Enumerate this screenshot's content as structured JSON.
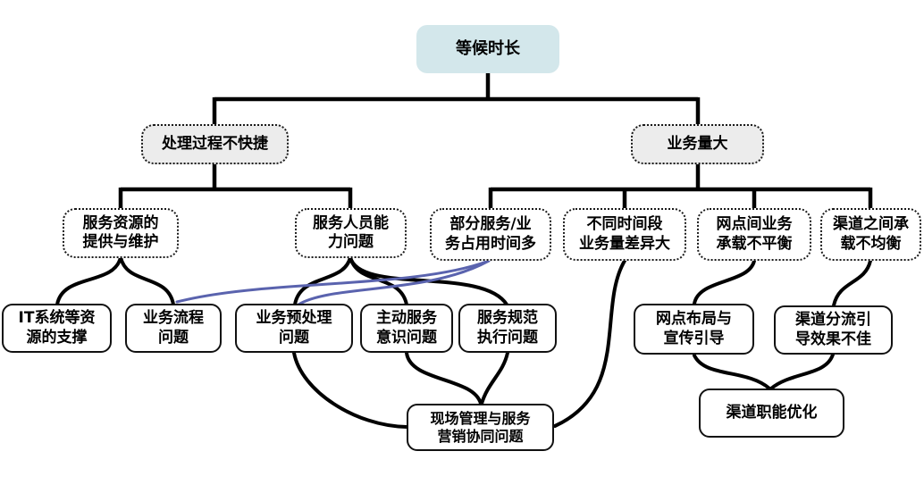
{
  "nodes": {
    "root": {
      "label": "等候时长"
    },
    "process_slow": {
      "label": "处理过程不快捷"
    },
    "volume_large": {
      "label": "业务量大"
    },
    "service_resource": {
      "label": "服务资源的\n提供与维护"
    },
    "staff_ability": {
      "label": "服务人员能\n力问题"
    },
    "partial_service_time": {
      "label": "部分服务/业\n务占用时间多"
    },
    "time_period_diff": {
      "label": "不同时间段\n业务量差异大"
    },
    "branch_load_imbalance": {
      "label": "网点间业务\n承载不平衡"
    },
    "channel_load_imbalance": {
      "label": "渠道之间承\n载不均衡"
    },
    "it_support": {
      "label": "IT系统等资\n源的支撑"
    },
    "business_process": {
      "label": "业务流程\n问题"
    },
    "preprocess": {
      "label": "业务预处理\n问题"
    },
    "proactive_awareness": {
      "label": "主动服务\n意识问题"
    },
    "service_standard": {
      "label": "服务规范\n执行问题"
    },
    "branch_layout": {
      "label": "网点布局与\n宣传引导"
    },
    "channel_diversion": {
      "label": "渠道分流引\n导效果不佳"
    },
    "onsite_management": {
      "label": "现场管理与服务\n营销协同问题"
    },
    "channel_function": {
      "label": "渠道职能优化"
    }
  },
  "edges": [
    {
      "from": "root",
      "to": "process_slow",
      "style": "straight-black"
    },
    {
      "from": "root",
      "to": "volume_large",
      "style": "straight-black"
    },
    {
      "from": "process_slow",
      "to": "service_resource",
      "style": "straight-black"
    },
    {
      "from": "process_slow",
      "to": "staff_ability",
      "style": "straight-black"
    },
    {
      "from": "volume_large",
      "to": "partial_service_time",
      "style": "straight-black"
    },
    {
      "from": "volume_large",
      "to": "time_period_diff",
      "style": "straight-black"
    },
    {
      "from": "volume_large",
      "to": "branch_load_imbalance",
      "style": "straight-black"
    },
    {
      "from": "volume_large",
      "to": "channel_load_imbalance",
      "style": "straight-black"
    },
    {
      "from": "service_resource",
      "to": "it_support",
      "style": "curve-black"
    },
    {
      "from": "service_resource",
      "to": "business_process",
      "style": "curve-black"
    },
    {
      "from": "staff_ability",
      "to": "preprocess",
      "style": "curve-black"
    },
    {
      "from": "staff_ability",
      "to": "proactive_awareness",
      "style": "curve-black"
    },
    {
      "from": "staff_ability",
      "to": "service_standard",
      "style": "curve-black"
    },
    {
      "from": "partial_service_time",
      "to": "business_process",
      "style": "curve-blue"
    },
    {
      "from": "partial_service_time",
      "to": "preprocess",
      "style": "curve-blue"
    },
    {
      "from": "time_period_diff",
      "to": "onsite_management",
      "style": "curve-black"
    },
    {
      "from": "branch_load_imbalance",
      "to": "branch_layout",
      "style": "curve-black"
    },
    {
      "from": "channel_load_imbalance",
      "to": "channel_diversion",
      "style": "curve-black"
    },
    {
      "from": "preprocess",
      "to": "onsite_management",
      "style": "curve-black"
    },
    {
      "from": "proactive_awareness",
      "to": "onsite_management",
      "style": "curve-black"
    },
    {
      "from": "service_standard",
      "to": "onsite_management",
      "style": "curve-black"
    },
    {
      "from": "branch_layout",
      "to": "channel_function",
      "style": "curve-black"
    },
    {
      "from": "channel_diversion",
      "to": "channel_function",
      "style": "curve-black"
    }
  ],
  "colors": {
    "root_fill": "#d3e7eb",
    "level2_fill": "#ececec",
    "node_fill": "#ffffff",
    "line_black": "#000000",
    "line_blue": "#5a63ae",
    "text": "#000000",
    "background": "#ffffff"
  }
}
